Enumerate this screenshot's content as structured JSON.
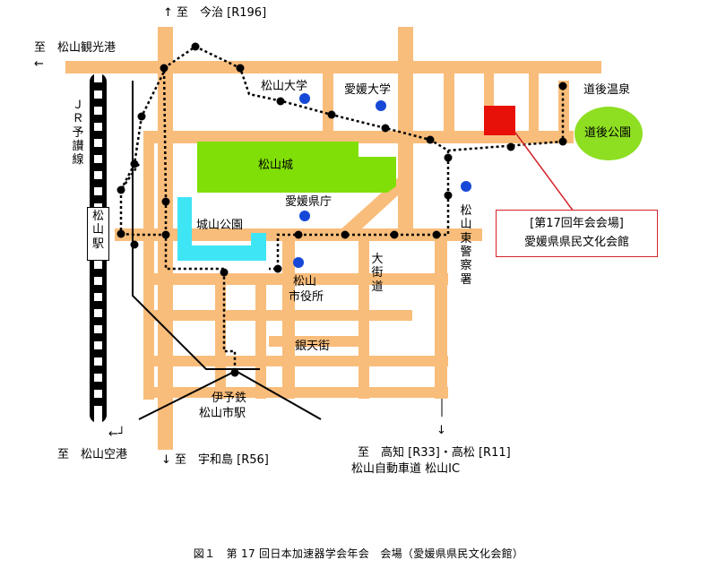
{
  "labels": {
    "north_imabari": "↑ 至　今治 [R196]",
    "west_port": "至　松山観光港",
    "west_arrow": "←",
    "jr_line": "ＪＲ予讃線",
    "matsuyama_station": "松山駅",
    "matsuyama_univ": "松山大学",
    "ehime_univ": "愛媛大学",
    "dogo_onsen": "道後温泉",
    "dogo_park": "道後公園",
    "matsuyama_castle": "松山城",
    "shiroyama_park": "城山公園",
    "pref_office": "愛媛県庁",
    "higashi_police": "松山東警察署",
    "okaido": "大街道",
    "city_hall_1": "松山",
    "city_hall_2": "市役所",
    "gintengai": "銀天街",
    "iyotetsu_1": "伊予鉄",
    "iyotetsu_2": "松山市駅",
    "airport": "至　松山空港",
    "airport_arrow": "←┘",
    "south_uwajima": "↓ 至　宇和島 [R56]",
    "south_arrow": "↓",
    "kochi_line": "至　高知 [R33]・高松 [R11]",
    "expressway_line": "松山自動車道 松山IC"
  },
  "legend": {
    "line1": "[第17回年会会場]",
    "line2": "愛媛県県民文化会館"
  },
  "caption": "図１　第 17 回日本加速器学会年会　会場（愛媛県県民文化会館）",
  "colors": {
    "road": "#f9bd7b",
    "castle": "#80df06",
    "shiroyama": "#3ee5f5",
    "park": "#8ede22",
    "venue": "#e8110a",
    "landmark": "#1648d8",
    "legend_border": "#d2232a"
  }
}
